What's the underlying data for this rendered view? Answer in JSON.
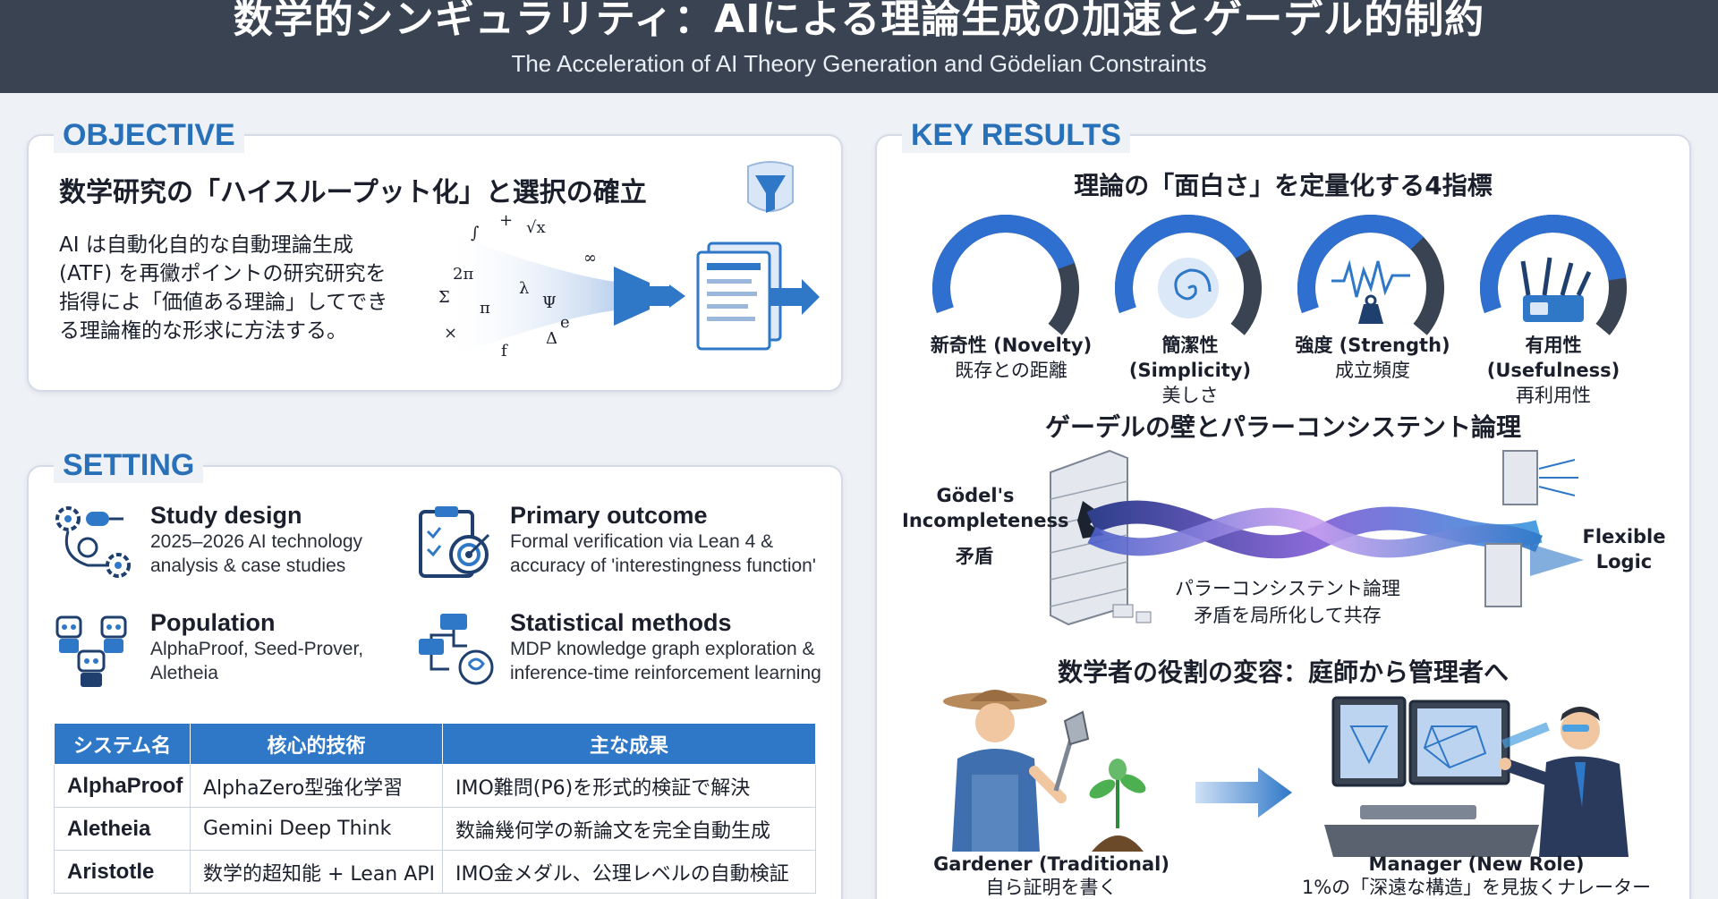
{
  "header": {
    "title": "数学的シンギュラリティ：AIによる理論生成の加速とゲーデル的制約",
    "subtitle": "The Acceleration of AI Theory Generation and Gödelian Constraints"
  },
  "objective": {
    "label": "OBJECTIVE",
    "heading": "数学研究の「ハイスループット化」と選択の確立",
    "body": "AI は自動化自的な自動理論生成 (ATF) を再黴ポイントの研究研究を指得によ「価値ある理論」してできる理論権的な形求に方法する。",
    "icon": "funnel-icon",
    "math_symbols": [
      "Σ",
      "π",
      "λ",
      "Ψ",
      "∫",
      "√x",
      "2π",
      "∞",
      "Δ",
      "e",
      "f",
      "+",
      "×"
    ]
  },
  "setting": {
    "label": "SETTING",
    "items": [
      {
        "title": "Study design",
        "desc": "2025–2026 AI technology analysis & case studies",
        "icon": "gear-workflow-icon"
      },
      {
        "title": "Primary outcome",
        "desc": "Formal verification via Lean 4 & accuracy of 'interestingness function'",
        "icon": "clipboard-target-icon"
      },
      {
        "title": "Population",
        "desc": "AlphaProof, Seed-Prover, Aletheia",
        "icon": "robots-icon"
      },
      {
        "title": "Statistical methods",
        "desc": "MDP knowledge graph exploration & inference-time reinforcement learning",
        "icon": "flowchart-brain-icon"
      }
    ],
    "table": {
      "headers": [
        "システム名",
        "核心的技術",
        "主な成果"
      ],
      "rows": [
        [
          "AlphaProof",
          "AlphaZero型強化学習",
          "IMO難問(P6)を形式的検証で解決"
        ],
        [
          "Aletheia",
          "Gemini Deep Think",
          "数論幾何学の新論文を完全自動生成"
        ],
        [
          "Aristotle",
          "数学的超知能 + Lean API",
          "IMO金メダル、公理レベルの自動検証"
        ]
      ]
    }
  },
  "key_results": {
    "label": "KEY RESULTS",
    "metrics_title": "理論の「面白さ」を定量化する4指標",
    "metrics": [
      {
        "name": "新奇性 (Novelty)",
        "desc": "既存との距離",
        "level": 0.75,
        "icon": "blank"
      },
      {
        "name": "簡潔性 (Simplicity)",
        "desc": "美しさ",
        "level": 0.7,
        "icon": "spiral-icon"
      },
      {
        "name": "強度 (Strength)",
        "desc": "成立頻度",
        "level": 0.65,
        "icon": "waveform-weight-icon"
      },
      {
        "name": "有用性 (Usefulness)",
        "desc": "再利用性",
        "level": 0.8,
        "icon": "multitool-icon"
      }
    ],
    "godel": {
      "title": "ゲーデルの壁とパラーコンシステント論理",
      "left_label": "Gödel's Incompleteness",
      "contradiction": "矛盾",
      "center_label": "パラーコンシステント論理",
      "center_sub": "矛盾を局所化して共存",
      "right_label": "Flexible Logic"
    },
    "roles": {
      "title": "数学者の役割の変容：庭師から管理者へ",
      "gardener_title": "Gardener (Traditional)",
      "gardener_desc": "自ら証明を書く",
      "manager_title": "Manager (New Role)",
      "manager_desc": "1%の「深遠な構造」を見抜くナレーター"
    }
  },
  "colors": {
    "header_bg": "#3a4352",
    "accent": "#2870b8",
    "gauge": "#2f6fd0",
    "table_header": "#2f78c8"
  }
}
